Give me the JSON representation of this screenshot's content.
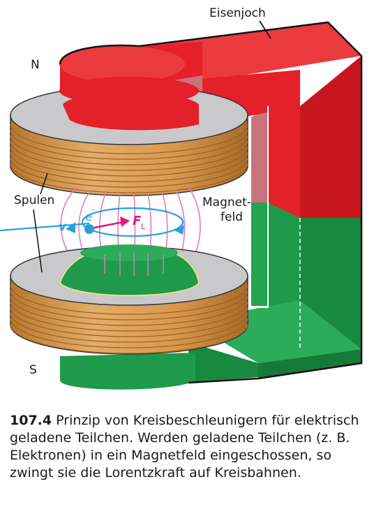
{
  "labels": {
    "yoke": "Eisenjoch",
    "north": "N",
    "south": "S",
    "coils": "Spulen",
    "field_1": "Magnet-",
    "field_2": "feld",
    "electron": "e",
    "electron_sup": "-",
    "velocity": "v",
    "force": "F",
    "force_sub": "L"
  },
  "caption": {
    "number": "107.4",
    "text": " Prinzip von Kreisbeschleunigern für elek­trisch geladene Teilchen. Werden geladene Teilchen (z. B. Elektronen) in ein Magnetfeld eingeschossen, so zwingt sie die Lorentzkraft auf Kreisbahnen."
  },
  "colors": {
    "north_pole": "#e4202a",
    "south_pole": "#1f9a4a",
    "coil": "#d79a55",
    "coil_face": "#c9c9cb",
    "field_lines": "#e277c8",
    "electron_path": "#2aa0dc",
    "lorentz_force": "#e0197d"
  }
}
